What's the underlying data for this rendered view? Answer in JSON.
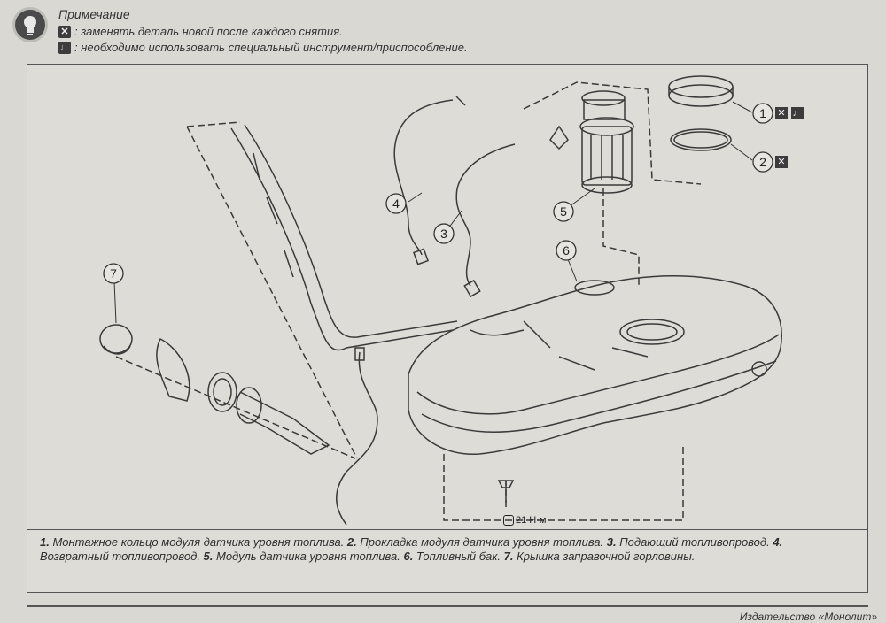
{
  "notes": {
    "title": "Примечание",
    "replace_text": ": заменять деталь новой после каждого снятия.",
    "tool_text": ": необходимо использовать специальный инструмент/приспособление."
  },
  "callouts": {
    "c1": "1",
    "c2": "2",
    "c3": "3",
    "c4": "4",
    "c5": "5",
    "c6": "6",
    "c7": "7"
  },
  "torque": "21 Н·м",
  "caption": {
    "n1": "1.",
    "t1": " Монтажное кольцо модуля датчика уровня топлива. ",
    "n2": "2.",
    "t2": " Прокладка модуля датчика уровня топлива. ",
    "n3": "3.",
    "t3": " Подающий топливопровод. ",
    "n4": "4.",
    "t4": " Возвратный топливопровод. ",
    "n5": "5.",
    "t5": " Модуль датчика уровня топлива. ",
    "n6": "6.",
    "t6": " Топливный бак. ",
    "n7": "7.",
    "t7": " Крышка заправочной горловины."
  },
  "footer": "Издательство «Монолит»",
  "colors": {
    "line": "#3a3a3a",
    "paper": "#d9d8d3",
    "icon_bg": "#3c3c3c"
  }
}
